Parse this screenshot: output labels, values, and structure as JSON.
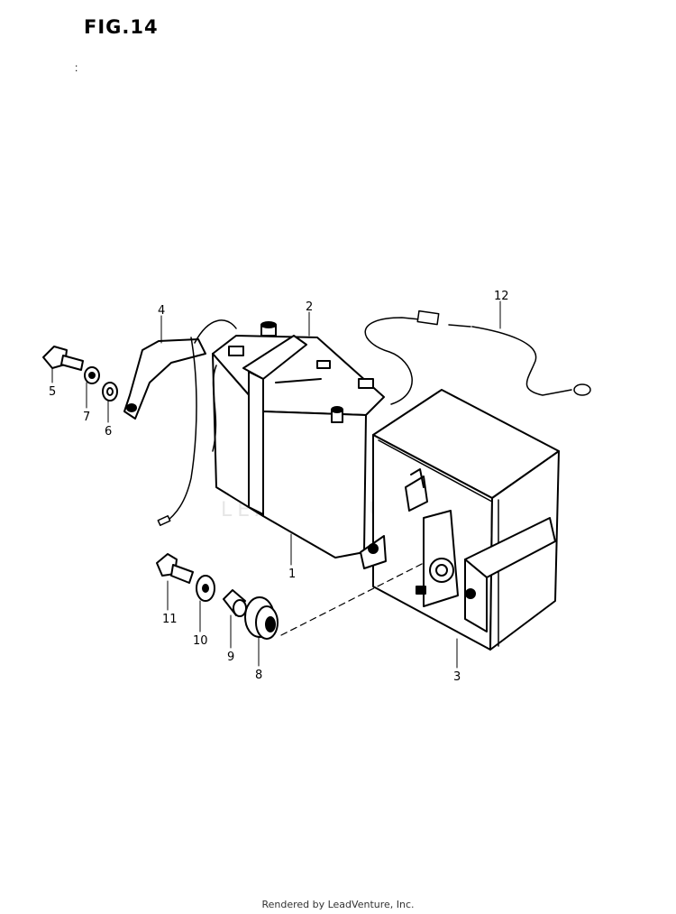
{
  "figure_title": "FIG.14",
  "stray_mark": ":",
  "callouts": {
    "c1": "1",
    "c2": "2",
    "c3": "3",
    "c4": "4",
    "c5": "5",
    "c6": "6",
    "c7": "7",
    "c8": "8",
    "c9": "9",
    "c10": "10",
    "c11": "11",
    "c12": "12"
  },
  "watermark_text": "LEADVENTURE",
  "footer": "Rendered by LeadVenture, Inc."
}
